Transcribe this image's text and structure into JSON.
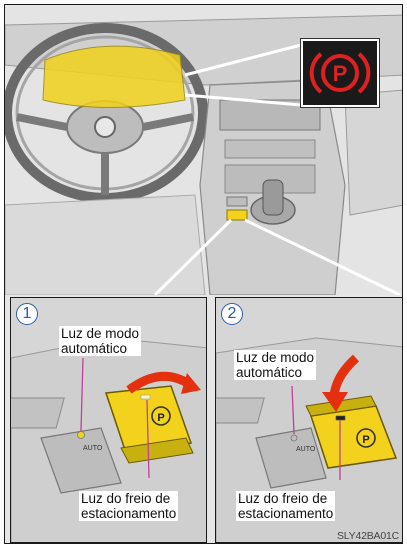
{
  "panel1": {
    "step": "1",
    "auto_light_label": [
      "Luz de modo",
      "automático"
    ],
    "brake_light_label": [
      "Luz do freio de",
      "estacionamento"
    ],
    "switch_text": "AUTO"
  },
  "panel2": {
    "step": "2",
    "auto_light_label": [
      "Luz de modo",
      "automático"
    ],
    "brake_light_label": [
      "Luz do freio de",
      "estacionamento"
    ],
    "switch_text": "AUTO"
  },
  "indicator": {
    "symbol": "P",
    "color": "#e02020"
  },
  "colors": {
    "highlight": "#f2d21c",
    "leader": "#c0409a",
    "arrow": "#e53010"
  },
  "figure_code": "SLY42BA01C"
}
